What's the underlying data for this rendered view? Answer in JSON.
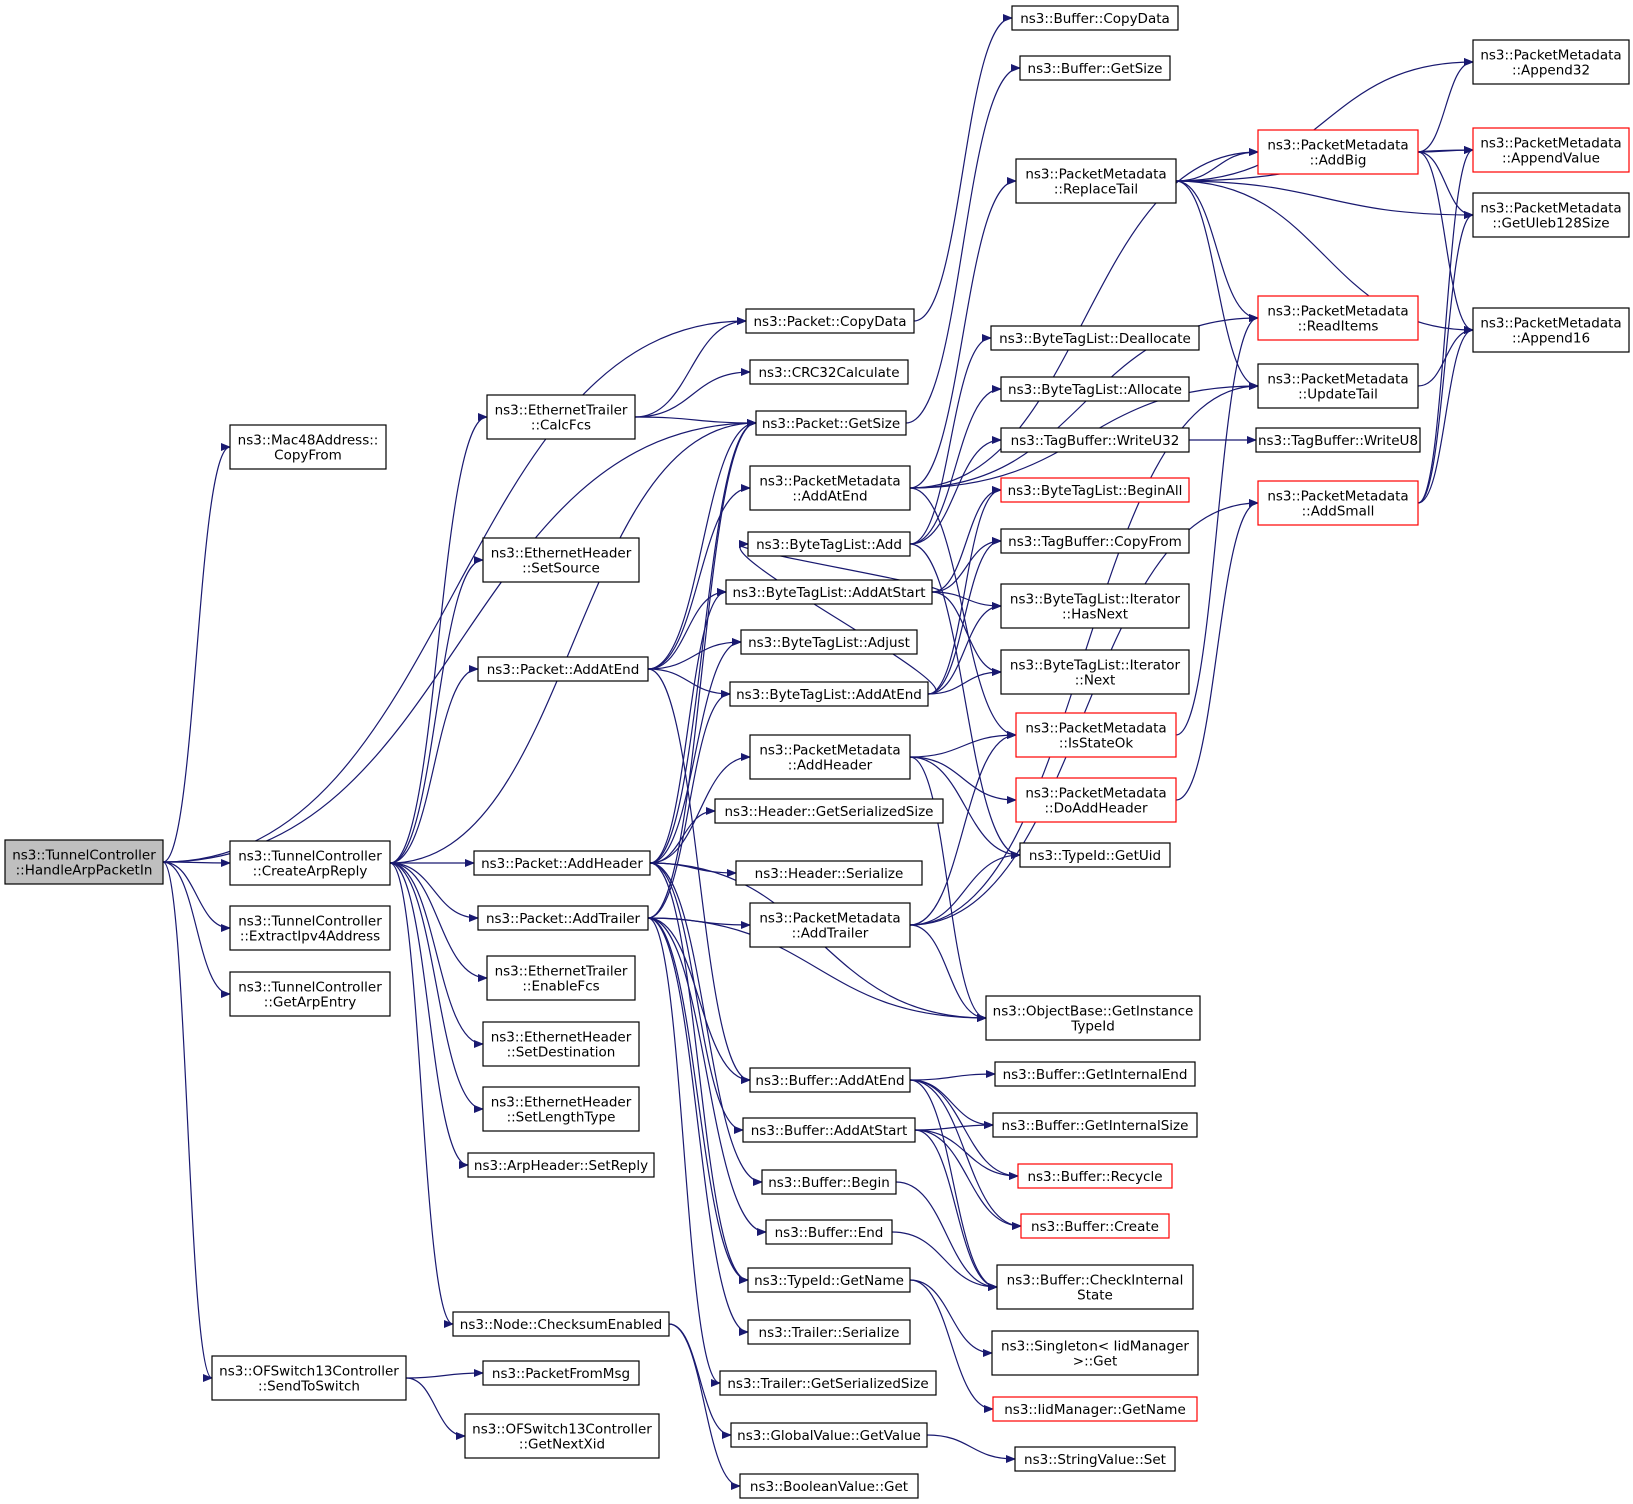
{
  "nodes": [
    {
      "id": "root",
      "lines": [
        "ns3::TunnelController",
        "::HandleArpPacketIn"
      ],
      "style": "root"
    },
    {
      "id": "mac48",
      "lines": [
        "ns3::Mac48Address::",
        "CopyFrom"
      ],
      "style": "normal"
    },
    {
      "id": "createArp",
      "lines": [
        "ns3::TunnelController",
        "::CreateArpReply"
      ],
      "style": "normal"
    },
    {
      "id": "extractIpv4",
      "lines": [
        "ns3::TunnelController",
        "::ExtractIpv4Address"
      ],
      "style": "normal"
    },
    {
      "id": "getArpEntry",
      "lines": [
        "ns3::TunnelController",
        "::GetArpEntry"
      ],
      "style": "normal"
    },
    {
      "id": "sendToSwitch",
      "lines": [
        "ns3::OFSwitch13Controller",
        "::SendToSwitch"
      ],
      "style": "normal"
    },
    {
      "id": "calcFcs",
      "lines": [
        "ns3::EthernetTrailer",
        "::CalcFcs"
      ],
      "style": "normal"
    },
    {
      "id": "setSource",
      "lines": [
        "ns3::EthernetHeader",
        "::SetSource"
      ],
      "style": "normal"
    },
    {
      "id": "pktAddAtEnd",
      "lines": [
        "ns3::Packet::AddAtEnd"
      ],
      "style": "normal"
    },
    {
      "id": "pktAddHeader",
      "lines": [
        "ns3::Packet::AddHeader"
      ],
      "style": "normal"
    },
    {
      "id": "pktAddTrailer",
      "lines": [
        "ns3::Packet::AddTrailer"
      ],
      "style": "normal"
    },
    {
      "id": "enableFcs",
      "lines": [
        "ns3::EthernetTrailer",
        "::EnableFcs"
      ],
      "style": "normal"
    },
    {
      "id": "setDest",
      "lines": [
        "ns3::EthernetHeader",
        "::SetDestination"
      ],
      "style": "normal"
    },
    {
      "id": "setLenType",
      "lines": [
        "ns3::EthernetHeader",
        "::SetLengthType"
      ],
      "style": "normal"
    },
    {
      "id": "arpSetReply",
      "lines": [
        "ns3::ArpHeader::SetReply"
      ],
      "style": "normal"
    },
    {
      "id": "checksumEnabled",
      "lines": [
        "ns3::Node::ChecksumEnabled"
      ],
      "style": "normal"
    },
    {
      "id": "packetFromMsg",
      "lines": [
        "ns3::PacketFromMsg"
      ],
      "style": "normal"
    },
    {
      "id": "getNextXid",
      "lines": [
        "ns3::OFSwitch13Controller",
        "::GetNextXid"
      ],
      "style": "normal"
    },
    {
      "id": "pktCopyData",
      "lines": [
        "ns3::Packet::CopyData"
      ],
      "style": "normal"
    },
    {
      "id": "crc32",
      "lines": [
        "ns3::CRC32Calculate"
      ],
      "style": "normal"
    },
    {
      "id": "pktGetSize",
      "lines": [
        "ns3::Packet::GetSize"
      ],
      "style": "normal"
    },
    {
      "id": "pmAddAtEnd",
      "lines": [
        "ns3::PacketMetadata",
        "::AddAtEnd"
      ],
      "style": "normal"
    },
    {
      "id": "btlAdd",
      "lines": [
        "ns3::ByteTagList::Add"
      ],
      "style": "normal"
    },
    {
      "id": "btlAddAtStart",
      "lines": [
        "ns3::ByteTagList::AddAtStart"
      ],
      "style": "normal"
    },
    {
      "id": "btlAdjust",
      "lines": [
        "ns3::ByteTagList::Adjust"
      ],
      "style": "normal"
    },
    {
      "id": "btlAddAtEnd",
      "lines": [
        "ns3::ByteTagList::AddAtEnd"
      ],
      "style": "normal"
    },
    {
      "id": "pmAddHeader",
      "lines": [
        "ns3::PacketMetadata",
        "::AddHeader"
      ],
      "style": "normal"
    },
    {
      "id": "hdrGetSerSize",
      "lines": [
        "ns3::Header::GetSerializedSize"
      ],
      "style": "normal"
    },
    {
      "id": "hdrSerialize",
      "lines": [
        "ns3::Header::Serialize"
      ],
      "style": "normal"
    },
    {
      "id": "pmAddTrailer",
      "lines": [
        "ns3::PacketMetadata",
        "::AddTrailer"
      ],
      "style": "normal"
    },
    {
      "id": "bufAddAtEnd",
      "lines": [
        "ns3::Buffer::AddAtEnd"
      ],
      "style": "normal"
    },
    {
      "id": "bufAddAtStart",
      "lines": [
        "ns3::Buffer::AddAtStart"
      ],
      "style": "normal"
    },
    {
      "id": "bufBegin",
      "lines": [
        "ns3::Buffer::Begin"
      ],
      "style": "normal"
    },
    {
      "id": "bufEnd",
      "lines": [
        "ns3::Buffer::End"
      ],
      "style": "normal"
    },
    {
      "id": "typeIdGetName",
      "lines": [
        "ns3::TypeId::GetName"
      ],
      "style": "normal"
    },
    {
      "id": "trlSerialize",
      "lines": [
        "ns3::Trailer::Serialize"
      ],
      "style": "normal"
    },
    {
      "id": "trlGetSerSize",
      "lines": [
        "ns3::Trailer::GetSerializedSize"
      ],
      "style": "normal"
    },
    {
      "id": "gvGetValue",
      "lines": [
        "ns3::GlobalValue::GetValue"
      ],
      "style": "normal"
    },
    {
      "id": "boolGet",
      "lines": [
        "ns3::BooleanValue::Get"
      ],
      "style": "normal"
    },
    {
      "id": "bufCopyData",
      "lines": [
        "ns3::Buffer::CopyData"
      ],
      "style": "normal"
    },
    {
      "id": "bufGetSize",
      "lines": [
        "ns3::Buffer::GetSize"
      ],
      "style": "normal"
    },
    {
      "id": "pmReplaceTail",
      "lines": [
        "ns3::PacketMetadata",
        "::ReplaceTail"
      ],
      "style": "normal"
    },
    {
      "id": "btlDealloc",
      "lines": [
        "ns3::ByteTagList::Deallocate"
      ],
      "style": "normal"
    },
    {
      "id": "btlAlloc",
      "lines": [
        "ns3::ByteTagList::Allocate"
      ],
      "style": "normal"
    },
    {
      "id": "tbWriteU32",
      "lines": [
        "ns3::TagBuffer::WriteU32"
      ],
      "style": "normal"
    },
    {
      "id": "btlBeginAll",
      "lines": [
        "ns3::ByteTagList::BeginAll"
      ],
      "style": "red"
    },
    {
      "id": "tbCopyFrom",
      "lines": [
        "ns3::TagBuffer::CopyFrom"
      ],
      "style": "normal"
    },
    {
      "id": "btlItHasNext",
      "lines": [
        "ns3::ByteTagList::Iterator",
        "::HasNext"
      ],
      "style": "normal"
    },
    {
      "id": "btlItNext",
      "lines": [
        "ns3::ByteTagList::Iterator",
        "::Next"
      ],
      "style": "normal"
    },
    {
      "id": "pmIsStateOk",
      "lines": [
        "ns3::PacketMetadata",
        "::IsStateOk"
      ],
      "style": "red"
    },
    {
      "id": "pmDoAddHeader",
      "lines": [
        "ns3::PacketMetadata",
        "::DoAddHeader"
      ],
      "style": "red"
    },
    {
      "id": "typeIdGetUid",
      "lines": [
        "ns3::TypeId::GetUid"
      ],
      "style": "normal"
    },
    {
      "id": "objGetInstTypeId",
      "lines": [
        "ns3::ObjectBase::GetInstance",
        "TypeId"
      ],
      "style": "normal"
    },
    {
      "id": "bufGetIntEnd",
      "lines": [
        "ns3::Buffer::GetInternalEnd"
      ],
      "style": "normal"
    },
    {
      "id": "bufGetIntSize",
      "lines": [
        "ns3::Buffer::GetInternalSize"
      ],
      "style": "normal"
    },
    {
      "id": "bufRecycle",
      "lines": [
        "ns3::Buffer::Recycle"
      ],
      "style": "red"
    },
    {
      "id": "bufCreate",
      "lines": [
        "ns3::Buffer::Create"
      ],
      "style": "red"
    },
    {
      "id": "bufCheckIntState",
      "lines": [
        "ns3::Buffer::CheckInternal",
        "State"
      ],
      "style": "normal"
    },
    {
      "id": "singletonGet",
      "lines": [
        "ns3::Singleton< IidManager",
        ">::Get"
      ],
      "style": "normal"
    },
    {
      "id": "iidGetName",
      "lines": [
        "ns3::IidManager::GetName"
      ],
      "style": "red"
    },
    {
      "id": "strValSet",
      "lines": [
        "ns3::StringValue::Set"
      ],
      "style": "normal"
    },
    {
      "id": "pmAddBig",
      "lines": [
        "ns3::PacketMetadata",
        "::AddBig"
      ],
      "style": "red"
    },
    {
      "id": "pmReadItems",
      "lines": [
        "ns3::PacketMetadata",
        "::ReadItems"
      ],
      "style": "red"
    },
    {
      "id": "pmUpdateTail",
      "lines": [
        "ns3::PacketMetadata",
        "::UpdateTail"
      ],
      "style": "normal"
    },
    {
      "id": "tbWriteU8",
      "lines": [
        "ns3::TagBuffer::WriteU8"
      ],
      "style": "normal"
    },
    {
      "id": "pmAddSmall",
      "lines": [
        "ns3::PacketMetadata",
        "::AddSmall"
      ],
      "style": "red"
    },
    {
      "id": "pmAppend32",
      "lines": [
        "ns3::PacketMetadata",
        "::Append32"
      ],
      "style": "normal"
    },
    {
      "id": "pmAppendValue",
      "lines": [
        "ns3::PacketMetadata",
        "::AppendValue"
      ],
      "style": "red"
    },
    {
      "id": "pmGetUleb",
      "lines": [
        "ns3::PacketMetadata",
        "::GetUleb128Size"
      ],
      "style": "normal"
    },
    {
      "id": "pmAppend16",
      "lines": [
        "ns3::PacketMetadata",
        "::Append16"
      ],
      "style": "normal"
    }
  ],
  "edges": [
    [
      "root",
      "pktCopyData"
    ],
    [
      "root",
      "mac48"
    ],
    [
      "root",
      "pktGetSize"
    ],
    [
      "root",
      "createArp"
    ],
    [
      "root",
      "extractIpv4"
    ],
    [
      "root",
      "getArpEntry"
    ],
    [
      "root",
      "sendToSwitch"
    ],
    [
      "createArp",
      "calcFcs"
    ],
    [
      "createArp",
      "setSource"
    ],
    [
      "createArp",
      "pktAddAtEnd"
    ],
    [
      "createArp",
      "pktAddHeader"
    ],
    [
      "createArp",
      "pktAddTrailer"
    ],
    [
      "createArp",
      "enableFcs"
    ],
    [
      "createArp",
      "setDest"
    ],
    [
      "createArp",
      "setLenType"
    ],
    [
      "createArp",
      "arpSetReply"
    ],
    [
      "createArp",
      "checksumEnabled"
    ],
    [
      "createArp",
      "pktGetSize"
    ],
    [
      "sendToSwitch",
      "packetFromMsg"
    ],
    [
      "sendToSwitch",
      "getNextXid"
    ],
    [
      "calcFcs",
      "pktCopyData"
    ],
    [
      "calcFcs",
      "crc32"
    ],
    [
      "calcFcs",
      "pktGetSize"
    ],
    [
      "pktCopyData",
      "bufCopyData"
    ],
    [
      "pktGetSize",
      "bufGetSize"
    ],
    [
      "pktAddAtEnd",
      "pktGetSize"
    ],
    [
      "pktAddAtEnd",
      "pmAddAtEnd"
    ],
    [
      "pktAddAtEnd",
      "btlAddAtStart"
    ],
    [
      "pktAddAtEnd",
      "btlAdjust"
    ],
    [
      "pktAddAtEnd",
      "btlAddAtEnd"
    ],
    [
      "pktAddAtEnd",
      "bufAddAtEnd"
    ],
    [
      "pktAddHeader",
      "pktGetSize"
    ],
    [
      "pktAddHeader",
      "btlAddAtStart"
    ],
    [
      "pktAddHeader",
      "btlAdjust"
    ],
    [
      "pktAddHeader",
      "pmAddHeader"
    ],
    [
      "pktAddHeader",
      "hdrGetSerSize"
    ],
    [
      "pktAddHeader",
      "hdrSerialize"
    ],
    [
      "pktAddHeader",
      "bufAddAtStart"
    ],
    [
      "pktAddHeader",
      "bufBegin"
    ],
    [
      "pktAddHeader",
      "typeIdGetName"
    ],
    [
      "pktAddHeader",
      "objGetInstTypeId"
    ],
    [
      "pktAddTrailer",
      "pktGetSize"
    ],
    [
      "pktAddTrailer",
      "btlAddAtEnd"
    ],
    [
      "pktAddTrailer",
      "pmAddTrailer"
    ],
    [
      "pktAddTrailer",
      "bufAddAtEnd"
    ],
    [
      "pktAddTrailer",
      "bufEnd"
    ],
    [
      "pktAddTrailer",
      "typeIdGetName"
    ],
    [
      "pktAddTrailer",
      "trlSerialize"
    ],
    [
      "pktAddTrailer",
      "trlGetSerSize"
    ],
    [
      "pktAddTrailer",
      "objGetInstTypeId"
    ],
    [
      "checksumEnabled",
      "gvGetValue"
    ],
    [
      "checksumEnabled",
      "boolGet"
    ],
    [
      "gvGetValue",
      "strValSet"
    ],
    [
      "pmAddAtEnd",
      "pmReplaceTail"
    ],
    [
      "pmAddAtEnd",
      "pmReadItems"
    ],
    [
      "pmAddAtEnd",
      "pmUpdateTail"
    ],
    [
      "pmAddAtEnd",
      "pmIsStateOk"
    ],
    [
      "pmAddAtEnd",
      "pmAddBig"
    ],
    [
      "btlAdd",
      "btlDealloc"
    ],
    [
      "btlAdd",
      "btlAlloc"
    ],
    [
      "btlAdd",
      "tbWriteU32"
    ],
    [
      "btlAdd",
      "typeIdGetUid"
    ],
    [
      "btlAddAtStart",
      "btlBeginAll"
    ],
    [
      "btlAddAtStart",
      "tbCopyFrom"
    ],
    [
      "btlAddAtStart",
      "btlItHasNext"
    ],
    [
      "btlAddAtStart",
      "btlItNext"
    ],
    [
      "btlAddAtStart",
      "btlAdd"
    ],
    [
      "btlAddAtEnd",
      "btlBeginAll"
    ],
    [
      "btlAddAtEnd",
      "tbCopyFrom"
    ],
    [
      "btlAddAtEnd",
      "btlItHasNext"
    ],
    [
      "btlAddAtEnd",
      "btlItNext"
    ],
    [
      "btlAddAtEnd",
      "btlAdd"
    ],
    [
      "pmAddHeader",
      "pmIsStateOk"
    ],
    [
      "pmAddHeader",
      "pmDoAddHeader"
    ],
    [
      "pmAddHeader",
      "typeIdGetUid"
    ],
    [
      "pmAddHeader",
      "objGetInstTypeId"
    ],
    [
      "pmAddTrailer",
      "typeIdGetUid"
    ],
    [
      "pmAddTrailer",
      "pmIsStateOk"
    ],
    [
      "pmAddTrailer",
      "pmAddSmall"
    ],
    [
      "pmAddTrailer",
      "objGetInstTypeId"
    ],
    [
      "pmAddTrailer",
      "pmUpdateTail"
    ],
    [
      "pmDoAddHeader",
      "pmAddSmall"
    ],
    [
      "pmIsStateOk",
      "pmReadItems"
    ],
    [
      "pmReplaceTail",
      "pmAddBig"
    ],
    [
      "pmReplaceTail",
      "pmAppend32"
    ],
    [
      "pmReplaceTail",
      "pmAppendValue"
    ],
    [
      "pmReplaceTail",
      "pmGetUleb"
    ],
    [
      "pmReplaceTail",
      "pmAppend16"
    ],
    [
      "pmReplaceTail",
      "pmReadItems"
    ],
    [
      "pmReplaceTail",
      "pmUpdateTail"
    ],
    [
      "pmAddBig",
      "pmAppend32"
    ],
    [
      "pmAddBig",
      "pmAppendValue"
    ],
    [
      "pmAddBig",
      "pmGetUleb"
    ],
    [
      "pmAddBig",
      "pmAppend16"
    ],
    [
      "pmUpdateTail",
      "pmAppend16"
    ],
    [
      "tbWriteU32",
      "tbWriteU8"
    ],
    [
      "pmAddSmall",
      "pmAppendValue"
    ],
    [
      "pmAddSmall",
      "pmGetUleb"
    ],
    [
      "pmAddSmall",
      "pmAppend16"
    ],
    [
      "bufAddAtEnd",
      "bufGetIntEnd"
    ],
    [
      "bufAddAtEnd",
      "bufGetIntSize"
    ],
    [
      "bufAddAtEnd",
      "bufRecycle"
    ],
    [
      "bufAddAtEnd",
      "bufCreate"
    ],
    [
      "bufAddAtEnd",
      "bufCheckIntState"
    ],
    [
      "bufAddAtStart",
      "bufGetIntSize"
    ],
    [
      "bufAddAtStart",
      "bufRecycle"
    ],
    [
      "bufAddAtStart",
      "bufCreate"
    ],
    [
      "bufAddAtStart",
      "bufCheckIntState"
    ],
    [
      "bufBegin",
      "bufCheckIntState"
    ],
    [
      "bufEnd",
      "bufCheckIntState"
    ],
    [
      "typeIdGetName",
      "singletonGet"
    ],
    [
      "typeIdGetName",
      "iidGetName"
    ]
  ]
}
